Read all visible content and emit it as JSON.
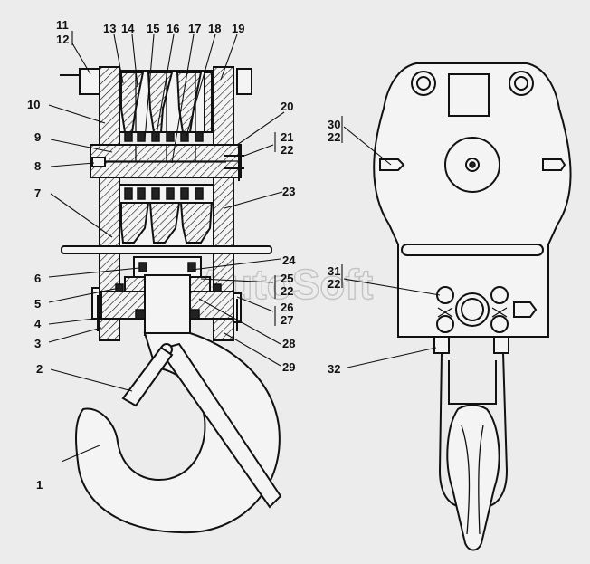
{
  "watermark": "AutoSoft",
  "callouts": [
    {
      "id": "c1",
      "text": "1"
    },
    {
      "id": "c2",
      "text": "2"
    },
    {
      "id": "c3",
      "text": "3"
    },
    {
      "id": "c4",
      "text": "4"
    },
    {
      "id": "c5",
      "text": "5"
    },
    {
      "id": "c6",
      "text": "6"
    },
    {
      "id": "c7",
      "text": "7"
    },
    {
      "id": "c8",
      "text": "8"
    },
    {
      "id": "c9",
      "text": "9"
    },
    {
      "id": "c10",
      "text": "10"
    },
    {
      "id": "c11",
      "text": "11"
    },
    {
      "id": "c12",
      "text": "12"
    },
    {
      "id": "c13",
      "text": "13"
    },
    {
      "id": "c14",
      "text": "14"
    },
    {
      "id": "c15",
      "text": "15"
    },
    {
      "id": "c16",
      "text": "16"
    },
    {
      "id": "c17",
      "text": "17"
    },
    {
      "id": "c18",
      "text": "18"
    },
    {
      "id": "c19",
      "text": "19"
    },
    {
      "id": "c20",
      "text": "20"
    },
    {
      "id": "c21",
      "text": "21"
    },
    {
      "id": "c22a",
      "text": "22"
    },
    {
      "id": "c23",
      "text": "23"
    },
    {
      "id": "c24",
      "text": "24"
    },
    {
      "id": "c25",
      "text": "25"
    },
    {
      "id": "c22b",
      "text": "22"
    },
    {
      "id": "c26",
      "text": "26"
    },
    {
      "id": "c27",
      "text": "27"
    },
    {
      "id": "c28",
      "text": "28"
    },
    {
      "id": "c29",
      "text": "29"
    },
    {
      "id": "c30",
      "text": "30"
    },
    {
      "id": "c22c",
      "text": "22"
    },
    {
      "id": "c31",
      "text": "31"
    },
    {
      "id": "c22d",
      "text": "22"
    },
    {
      "id": "c32",
      "text": "32"
    }
  ]
}
